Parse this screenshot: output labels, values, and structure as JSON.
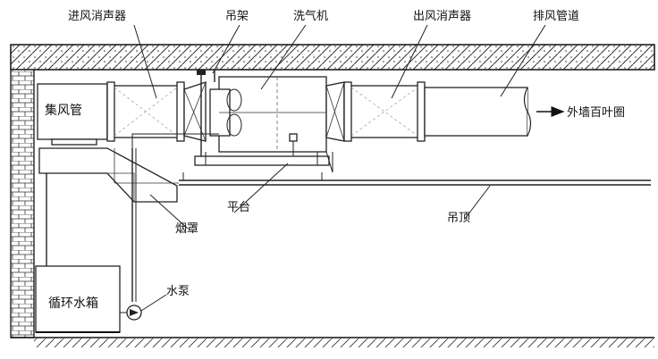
{
  "labels": {
    "inlet_silencer": "进风消声器",
    "hanger": "吊架",
    "scrubber": "洗气机",
    "outlet_silencer": "出风消声器",
    "exhaust_duct": "排风管道",
    "collector_duct": "集风管",
    "louver": "外墙百叶圈",
    "hood": "烟罩",
    "platform": "平台",
    "ceiling": "吊顶",
    "pump": "水泵",
    "tank": "循环水箱"
  }
}
